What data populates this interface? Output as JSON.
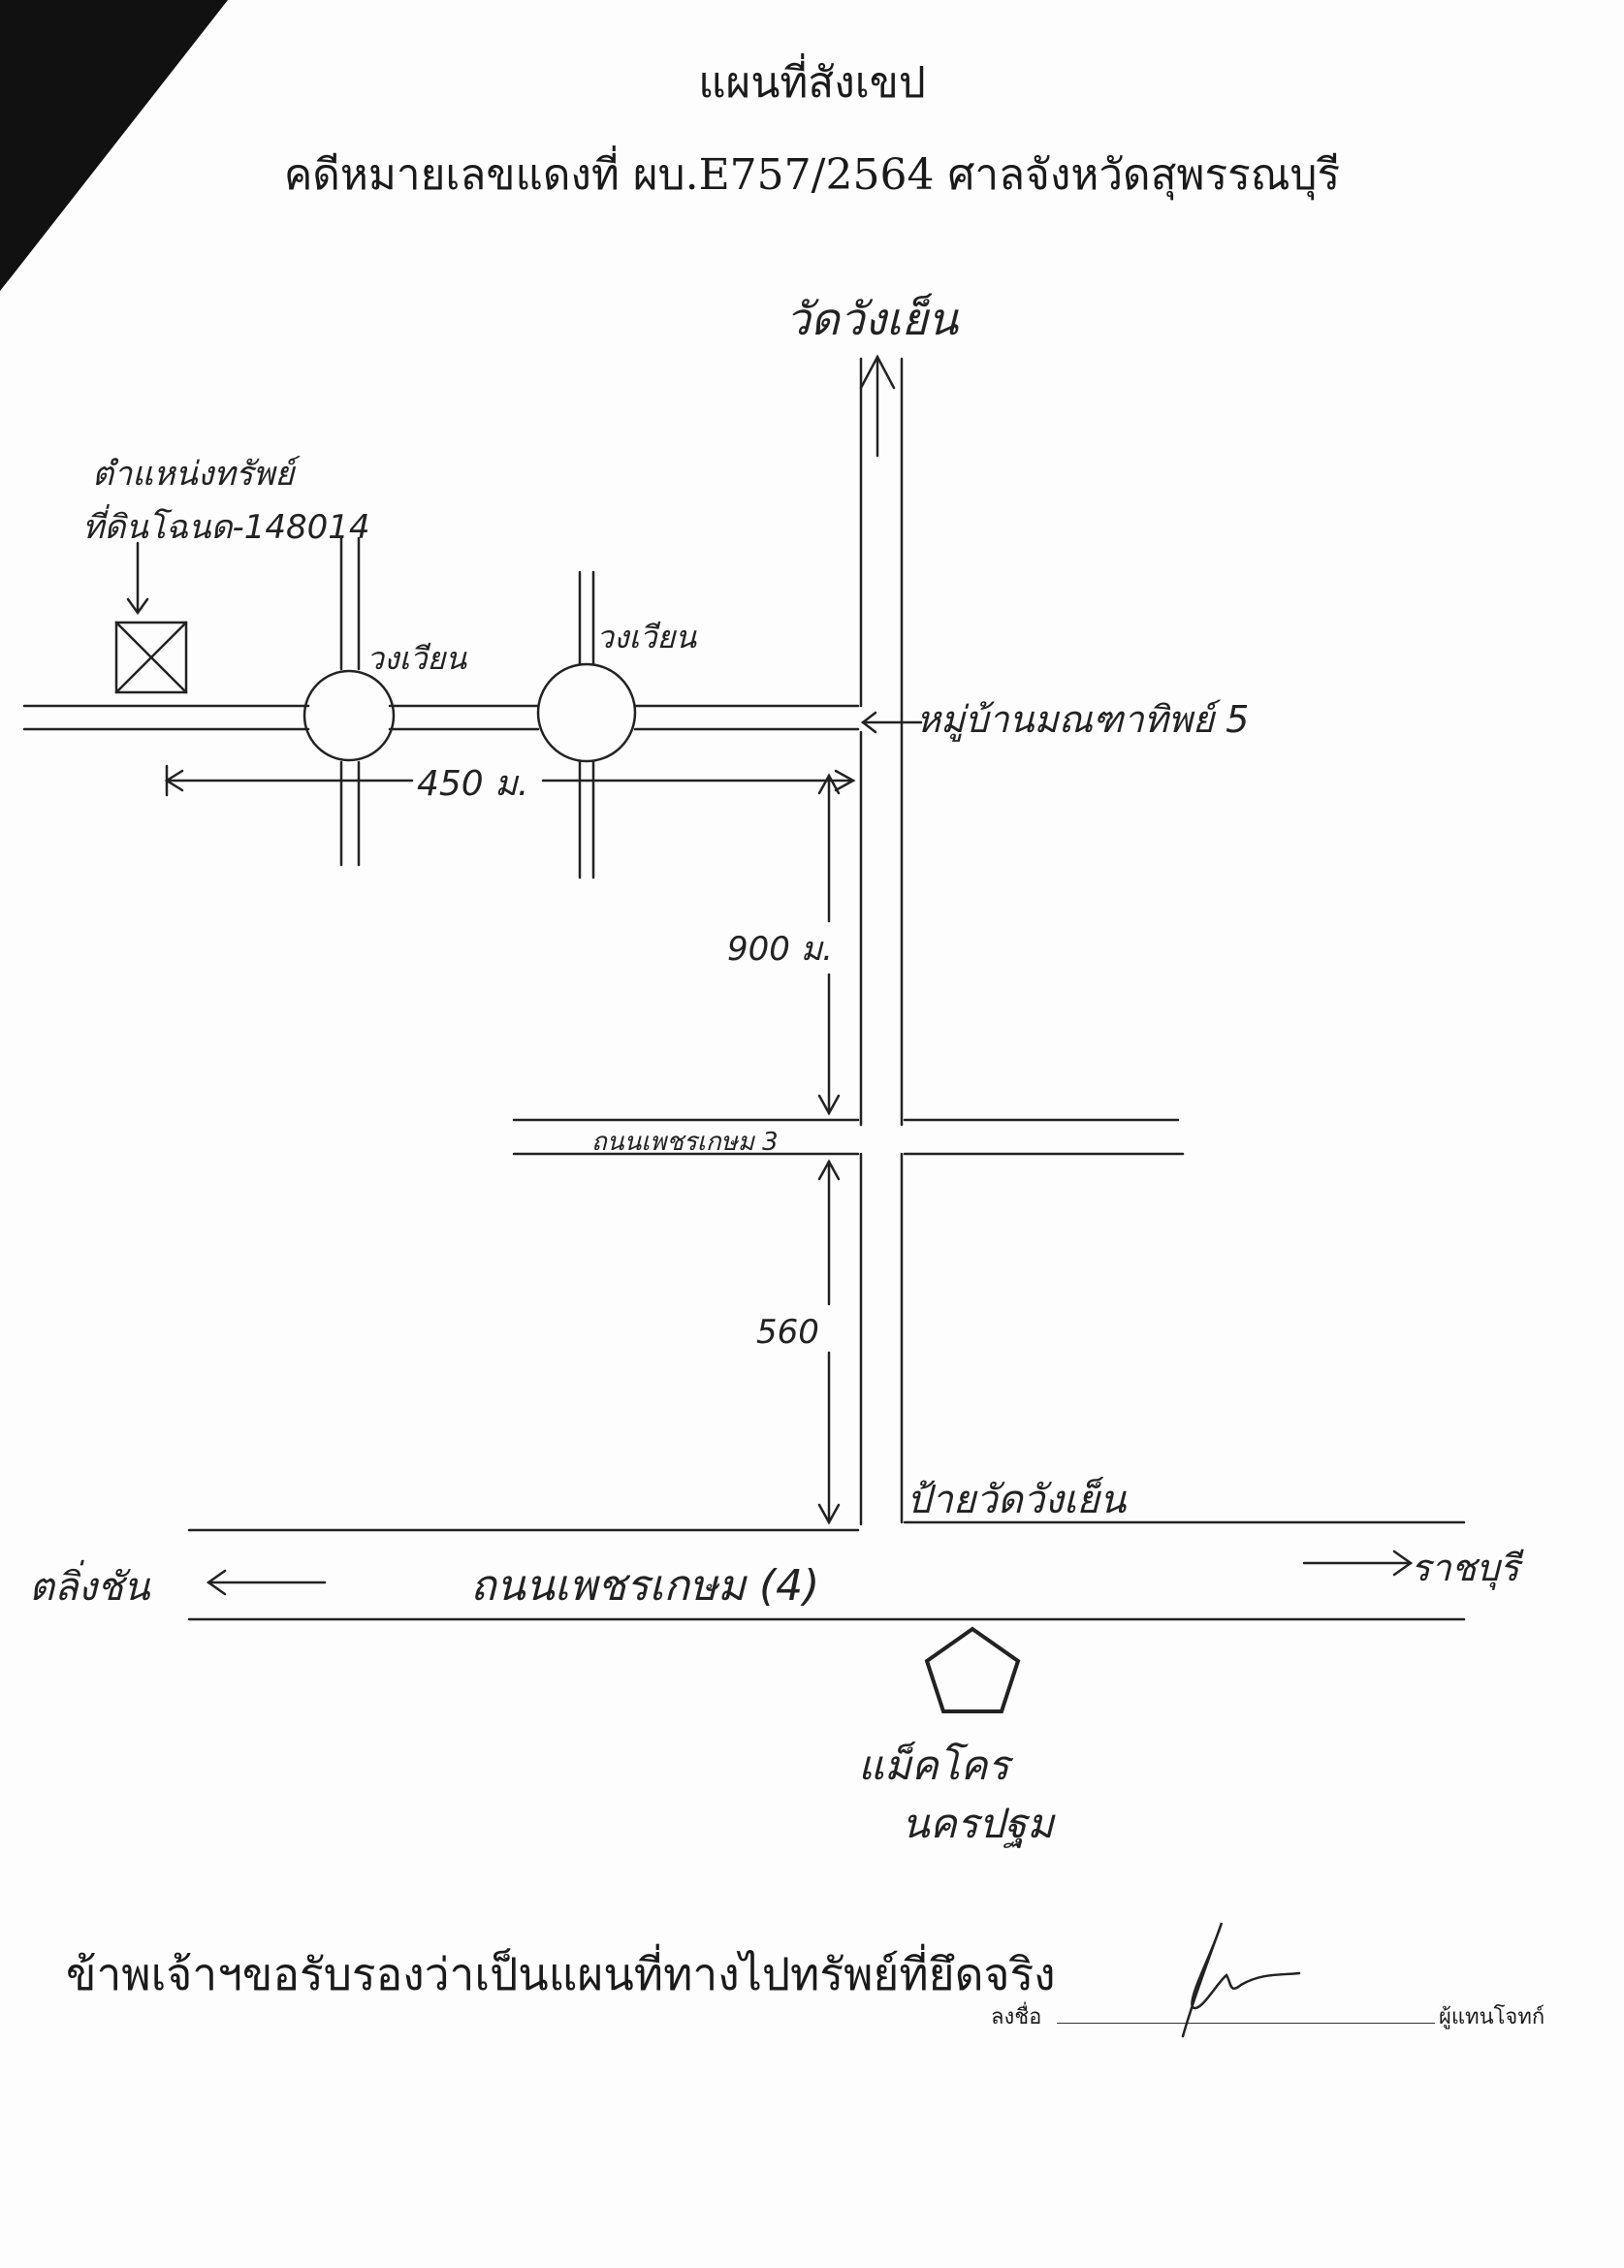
{
  "header": {
    "title": "แผนที่สังเขป",
    "subtitle": "คดีหมายเลขแดงที่ ผบ.E757/2564  ศาลจังหวัดสุพรรณบุรี"
  },
  "map": {
    "north_label": "วัดวังเย็น",
    "property_label_line1": "ตำแหน่งทรัพย์",
    "property_label_line2": "ที่ดินโฉนด-148014",
    "roundabout_left_label": "วงเวียน",
    "roundabout_right_label": "วงเวียน",
    "village_label": "หมู่บ้านมณฑาทิพย์ 5",
    "distance_horizontal": "450 ม.",
    "distance_upper": "900 ม.",
    "cross_road_label": "ถนนเพชรเกษม 3",
    "distance_lower": "560",
    "temple_sign_label": "ป้ายวัดวังเย็น",
    "main_road_label": "ถนนเพชรเกษม (4)",
    "west_label": "ตลิ่งชัน",
    "east_label": "ราชบุรี",
    "landmark_label_line1": "แม็คโคร",
    "landmark_label_line2": "นครปฐม"
  },
  "footer": {
    "certification": "ข้าพเจ้าฯขอรับรองว่าเป็นแผนที่ทางไปทรัพย์ที่ยึดจริง",
    "sign_label": "ลงชื่อ",
    "sign_role": "ผู้แทนโจทก์"
  },
  "colors": {
    "ink": "#1a1a1a",
    "paper": "#fdfdfd"
  }
}
